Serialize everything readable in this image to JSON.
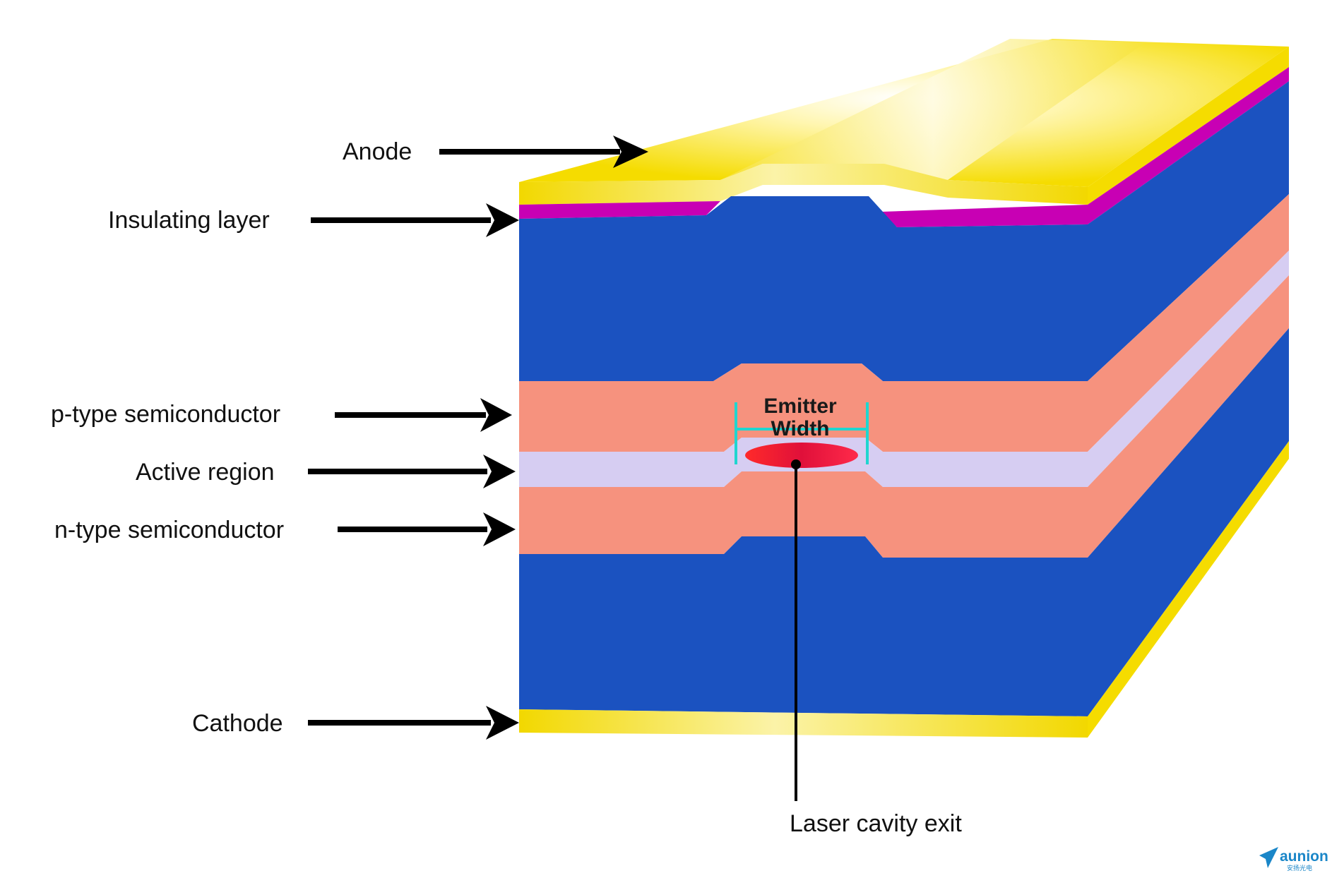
{
  "labels": {
    "anode": "Anode",
    "insulating": "Insulating layer",
    "ptype": "p-type semiconductor",
    "active": "Active region",
    "ntype": "n-type semiconductor",
    "cathode": "Cathode",
    "laser_exit": "Laser cavity exit"
  },
  "emitter": {
    "line1": "Emitter",
    "line2": "Width"
  },
  "logo": {
    "name": "aunion",
    "sub": "安扬光电"
  },
  "colors": {
    "gold": "#f5dc00",
    "insulator": "#c800b4",
    "substrate": "#1b52c0",
    "cladding": "#f6927e",
    "active": "#d6cdf2",
    "emitter_marker": "#1fd6d0",
    "beam": "#e01030",
    "logo": "#1a86c8"
  }
}
